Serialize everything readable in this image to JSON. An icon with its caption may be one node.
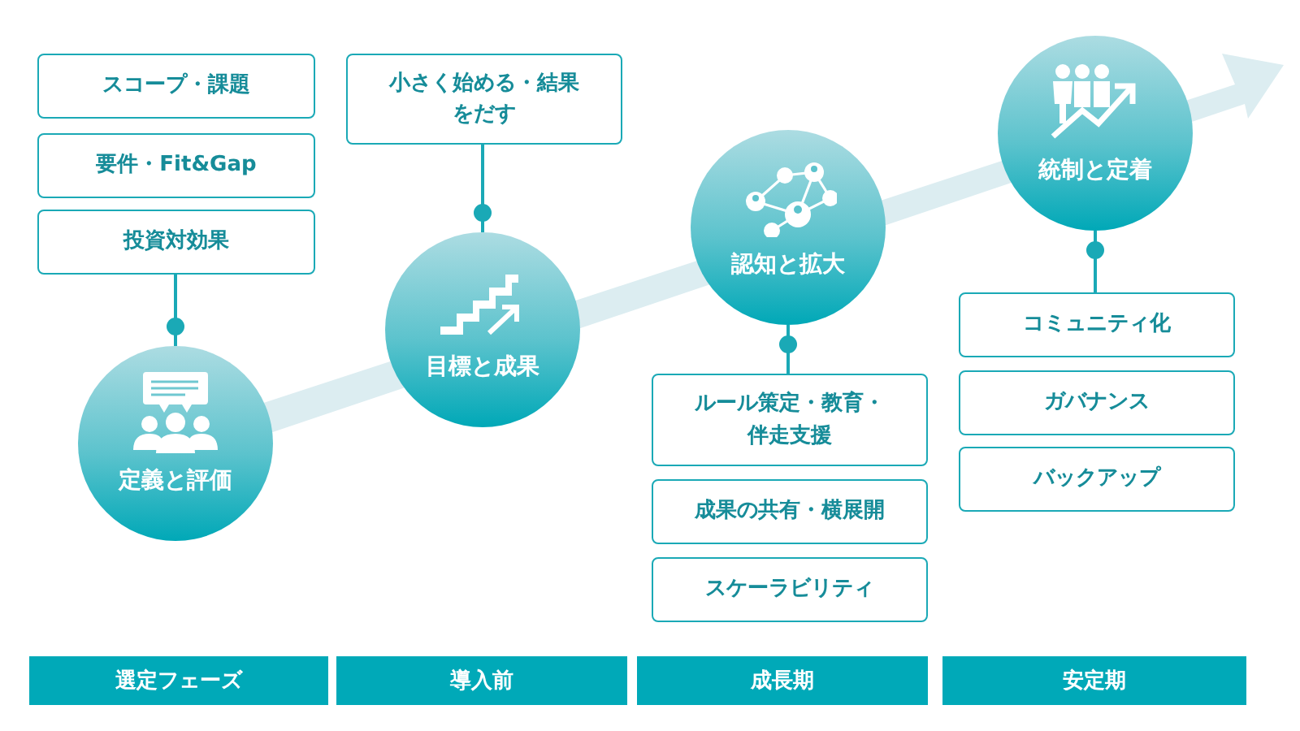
{
  "diagram": {
    "nodes": [
      {
        "text": [
          "スコープ・課題"
        ]
      },
      {
        "text": [
          "要件・Fit&Gap"
        ]
      },
      {
        "text": [
          "投資対効果"
        ]
      },
      {
        "text": [
          "定義と評価"
        ]
      },
      {
        "text": [
          "小さく始める・結果をだす"
        ]
      },
      {
        "text": [
          "目標と成果"
        ]
      },
      {
        "text": [
          "認知と拡大"
        ]
      },
      {
        "text": [
          "ルール策定・教育・伴走支援"
        ]
      },
      {
        "text": [
          "成果の共有・横展開"
        ]
      },
      {
        "text": [
          "スケーラビリティ"
        ]
      },
      {
        "text": [
          "統制と定着"
        ]
      },
      {
        "text": [
          "コミュニティ化"
        ]
      },
      {
        "text": [
          "ガバナンス"
        ]
      },
      {
        "text": [
          "バックアップ"
        ]
      },
      {
        "text": [
          "選定フェーズ"
        ]
      },
      {
        "text": [
          "導入前"
        ]
      },
      {
        "text": [
          "成長期"
        ]
      },
      {
        "text": [
          "安定期"
        ]
      }
    ],
    "edges": [
      {
        "from": 2,
        "to": 3,
        "arrow": "other"
      },
      {
        "from": 4,
        "to": 5,
        "arrow": "other"
      },
      {
        "from": 7,
        "to": 6,
        "arrow": "other"
      },
      {
        "from": 11,
        "to": 10,
        "arrow": "other"
      }
    ]
  }
}
